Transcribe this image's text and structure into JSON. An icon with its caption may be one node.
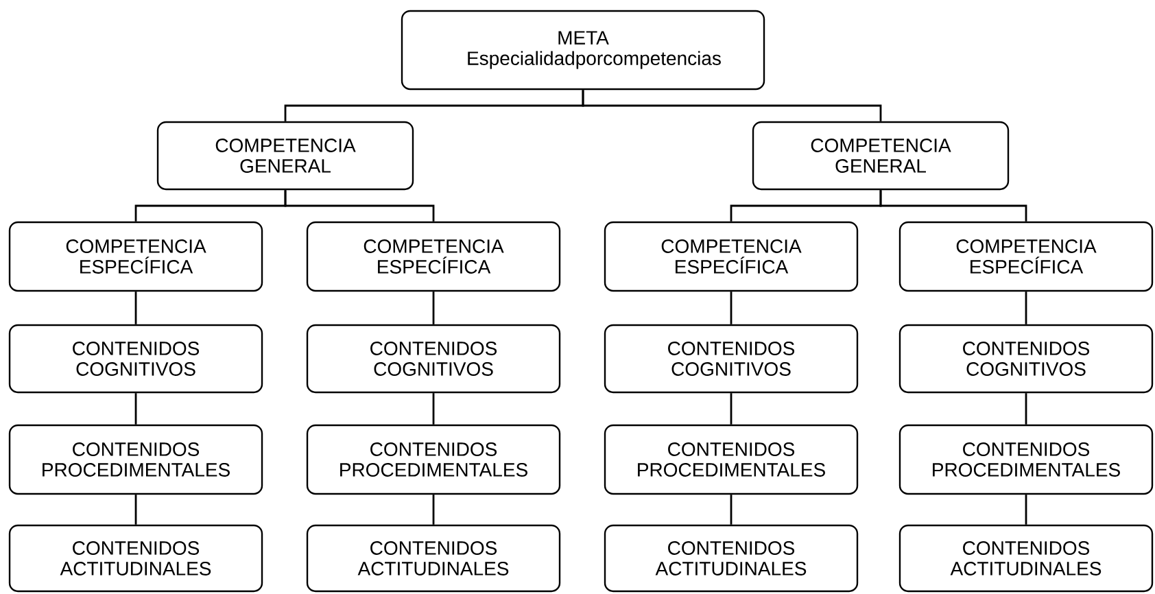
{
  "diagram": {
    "nodes": [
      {
        "text": [
          "META",
          "Especialidadporcompetencias"
        ]
      },
      {
        "text": [
          "COMPETENCIA GENERAL"
        ]
      },
      {
        "text": [
          "COMPETENCIA GENERAL"
        ]
      },
      {
        "text": [
          "COMPETENCIA ESPECÍFICA"
        ]
      },
      {
        "text": [
          "COMPETENCIA ESPECÍFICA"
        ]
      },
      {
        "text": [
          "COMPETENCIA ESPECÍFICA"
        ]
      },
      {
        "text": [
          "COMPETENCIA ESPECÍFICA"
        ]
      },
      {
        "text": [
          "CONTENIDOS COGNITIVOS"
        ]
      },
      {
        "text": [
          "CONTENIDOS COGNITIVOS"
        ]
      },
      {
        "text": [
          "CONTENIDOS COGNITIVOS"
        ]
      },
      {
        "text": [
          "CONTENIDOS COGNITIVOS"
        ]
      },
      {
        "text": [
          "CONTENIDOS PROCEDIMENTALES"
        ]
      },
      {
        "text": [
          "CONTENIDOS PROCEDIMENTALES"
        ]
      },
      {
        "text": [
          "CONTENIDOS PROCEDIMENTALES"
        ]
      },
      {
        "text": [
          "CONTENIDOS PROCEDIMENTALES"
        ]
      },
      {
        "text": [
          "CONTENIDOS ACTITUDINALES"
        ]
      },
      {
        "text": [
          "CONTENIDOS ACTITUDINALES"
        ]
      },
      {
        "text": [
          "CONTENIDOS ACTITUDINALES"
        ]
      },
      {
        "text": [
          "CONTENIDOS ACTITUDINALES"
        ]
      }
    ],
    "edges": [
      {
        "from": 0,
        "to": 1,
        "arrow": "none"
      },
      {
        "from": 0,
        "to": 2,
        "arrow": "none"
      },
      {
        "from": 1,
        "to": 3,
        "arrow": "none"
      },
      {
        "from": 1,
        "to": 4,
        "arrow": "none"
      },
      {
        "from": 2,
        "to": 5,
        "arrow": "none"
      },
      {
        "from": 2,
        "to": 6,
        "arrow": "none"
      },
      {
        "from": 3,
        "to": 7,
        "arrow": "none"
      },
      {
        "from": 4,
        "to": 8,
        "arrow": "none"
      },
      {
        "from": 5,
        "to": 9,
        "arrow": "none"
      },
      {
        "from": 6,
        "to": 10,
        "arrow": "none"
      },
      {
        "from": 7,
        "to": 11,
        "arrow": "none"
      },
      {
        "from": 8,
        "to": 12,
        "arrow": "none"
      },
      {
        "from": 9,
        "to": 13,
        "arrow": "none"
      },
      {
        "from": 10,
        "to": 14,
        "arrow": "none"
      },
      {
        "from": 11,
        "to": 15,
        "arrow": "none"
      },
      {
        "from": 12,
        "to": 16,
        "arrow": "none"
      },
      {
        "from": 13,
        "to": 17,
        "arrow": "none"
      },
      {
        "from": 14,
        "to": 18,
        "arrow": "none"
      }
    ]
  }
}
